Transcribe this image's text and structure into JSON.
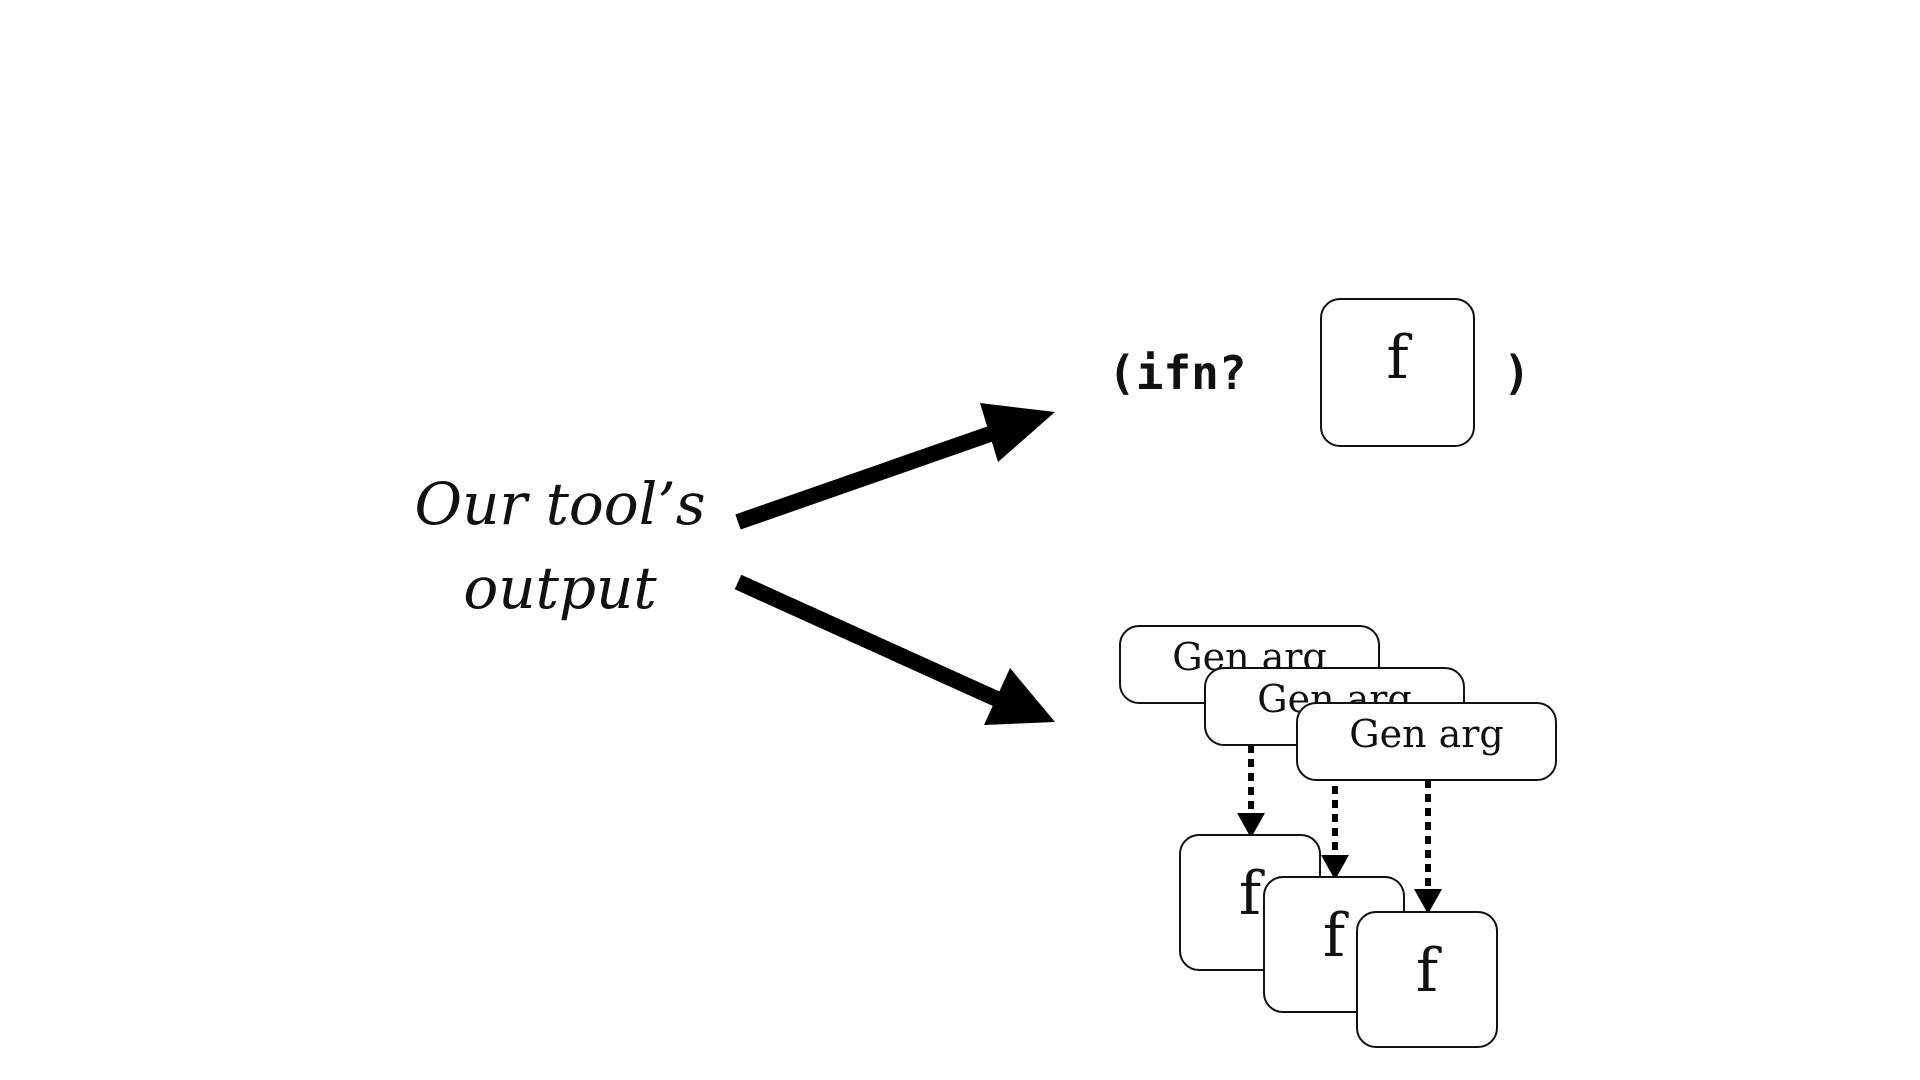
{
  "caption": {
    "line1": "Our tool’s",
    "line2": "output"
  },
  "predicate": {
    "open": "(ifn?",
    "close": ")",
    "fn_label": "f"
  },
  "generation": {
    "gen_labels": [
      "Gen arg",
      "Gen arg",
      "Gen arg"
    ],
    "fn_labels": [
      "f",
      "f",
      "f"
    ]
  }
}
